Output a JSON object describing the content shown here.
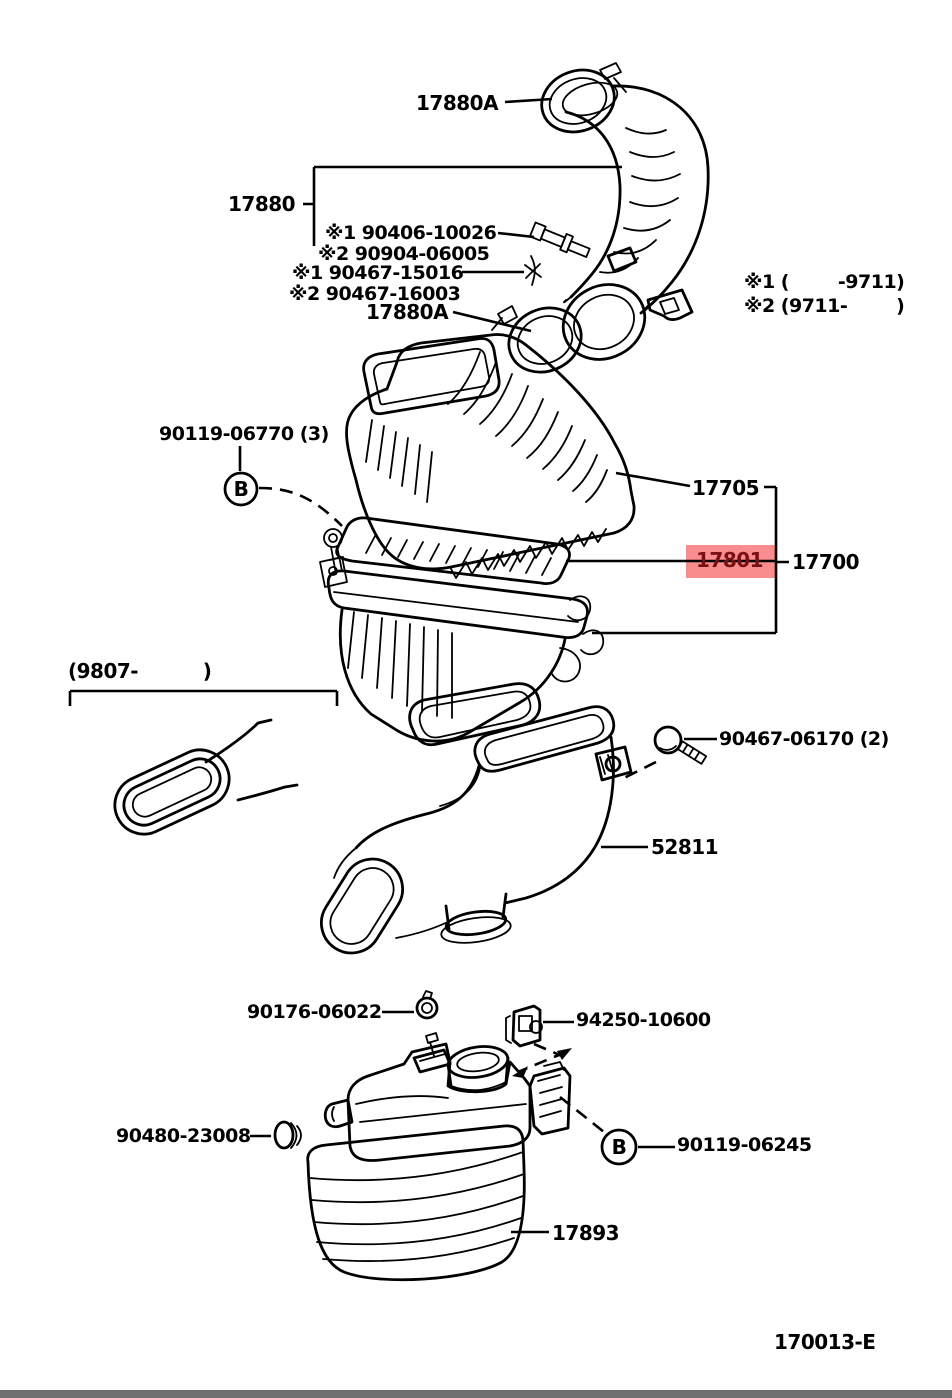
{
  "diagram": {
    "code": "170013-E",
    "marker_b": "B",
    "colors": {
      "line": "#000000",
      "background": "#ffffff",
      "highlight_bg": "#f98d8d",
      "highlight_text": "#7a1012",
      "bottom_bar": "#6f6f6f"
    },
    "labels": {
      "hose_clamp_top": "17880A",
      "hose_assy": "17880",
      "hose_bolt_v1": "※1 90406-10026",
      "hose_bolt_v2": "※2 90904-06005",
      "hose_clip_v1": "※1 90467-15016",
      "hose_clip_v2": "※2 90467-16003",
      "hose_clamp_bottom": "17880A",
      "note_v1": "※1 (        -9711)",
      "note_v2": "※2 (9711-        )",
      "wing_bolt": "90119-06770 (3)",
      "cleaner_cap": "17705",
      "filter_element": "17801",
      "cleaner_assy": "17700",
      "inlet_note": "(9807-          )",
      "duct_bolt": "90467-06170 (2)",
      "air_duct": "52811",
      "nut": "90176-06022",
      "resonator_clamp": "94250-10600",
      "grommet": "90480-23008",
      "resonator_bolt": "90119-06245",
      "resonator": "17893"
    }
  }
}
